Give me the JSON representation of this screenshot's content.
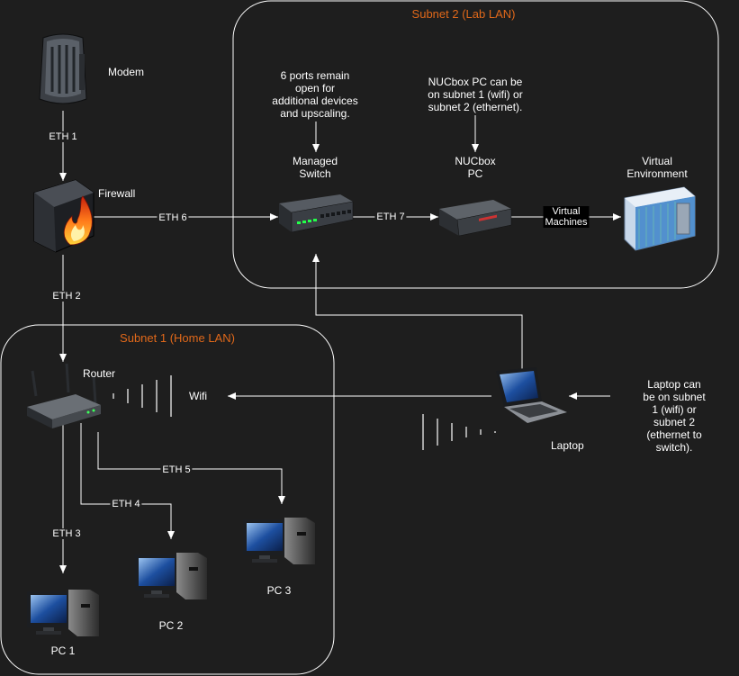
{
  "groups": {
    "subnet2": {
      "title": "Subnet 2 (Lab LAN)"
    },
    "subnet1": {
      "title": "Subnet 1 (Home LAN)"
    }
  },
  "nodes": {
    "modem": {
      "label": "Modem",
      "icon": "modem-icon"
    },
    "firewall": {
      "label": "Firewall",
      "icon": "firewall-icon"
    },
    "switch": {
      "label": "Managed\nSwitch",
      "icon": "switch-icon"
    },
    "nucbox": {
      "label": "NUCbox\nPC",
      "icon": "mini-pc-icon"
    },
    "virtual_env": {
      "label": "Virtual\nEnvironment",
      "icon": "virtual-environment-icon"
    },
    "router": {
      "label": "Router",
      "icon": "wireless-router-icon"
    },
    "wifi": {
      "label": "Wifi"
    },
    "laptop": {
      "label": "Laptop",
      "icon": "laptop-icon"
    },
    "pc1": {
      "label": "PC 1",
      "icon": "desktop-pc-icon"
    },
    "pc2": {
      "label": "PC 2",
      "icon": "desktop-pc-icon"
    },
    "pc3": {
      "label": "PC 3",
      "icon": "desktop-pc-icon"
    }
  },
  "notes": {
    "switch_ports": "6 ports remain\nopen for\nadditional devices\nand upscaling.",
    "nucbox": "NUCbox PC can be\non subnet 1 (wifi) or\nsubnet 2 (ethernet).",
    "laptop": "Laptop can be on subnet\n1 (wifi) or subnet 2\n(ethernet to switch)."
  },
  "edges": {
    "eth1": "ETH 1",
    "eth2": "ETH 2",
    "eth3": "ETH 3",
    "eth4": "ETH 4",
    "eth5": "ETH 5",
    "eth6": "ETH 6",
    "eth7": "ETH 7",
    "virtual_machines": "Virtual\nMachines"
  },
  "colors": {
    "background": "#1e1e1e",
    "group_title": "#e0681a",
    "group_border": "#ffffff",
    "connector": "#ffffff"
  }
}
